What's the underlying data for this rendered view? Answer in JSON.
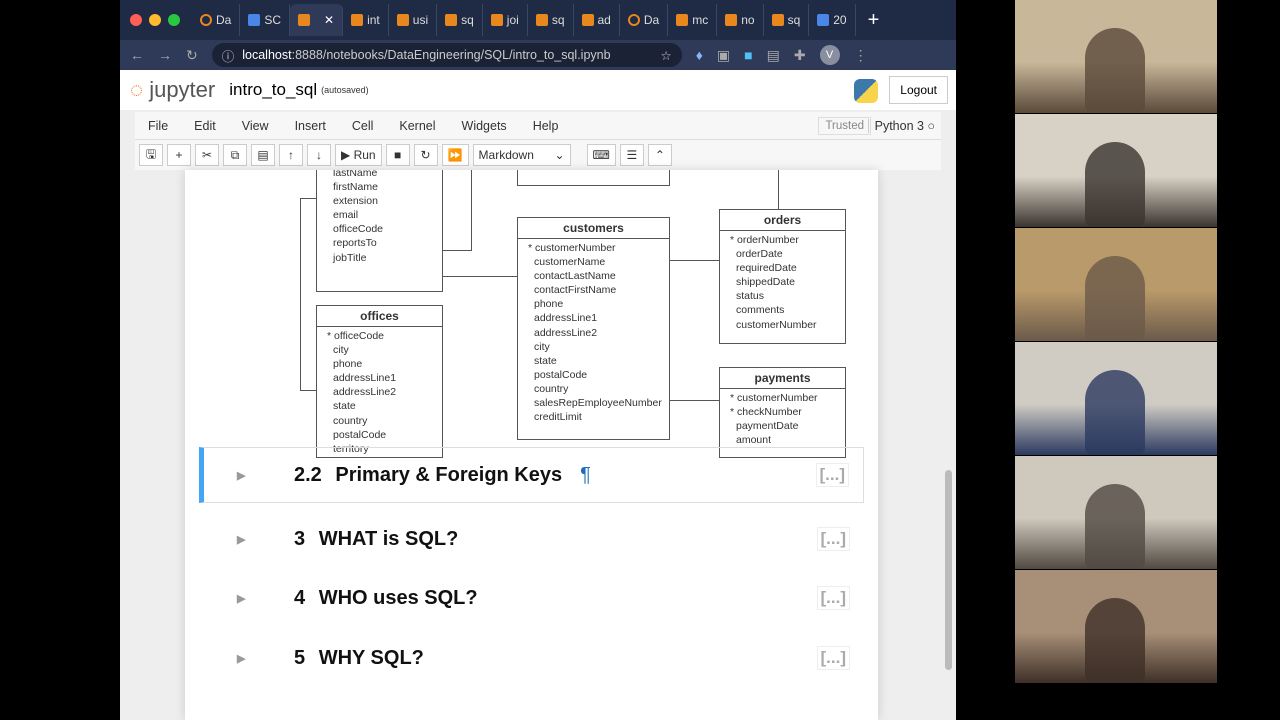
{
  "browser": {
    "tabs": [
      {
        "label": "Da",
        "icon": "ring"
      },
      {
        "label": "SC",
        "icon": "doc"
      },
      {
        "label": "",
        "icon": "notebook",
        "active": true
      },
      {
        "label": "int",
        "icon": "notebook"
      },
      {
        "label": "usi",
        "icon": "notebook"
      },
      {
        "label": "sq",
        "icon": "notebook"
      },
      {
        "label": "joi",
        "icon": "notebook"
      },
      {
        "label": "sq",
        "icon": "notebook"
      },
      {
        "label": "ad",
        "icon": "notebook"
      },
      {
        "label": "Da",
        "icon": "ring"
      },
      {
        "label": "mc",
        "icon": "notebook"
      },
      {
        "label": "no",
        "icon": "notebook"
      },
      {
        "label": "sq",
        "icon": "notebook"
      },
      {
        "label": "20",
        "icon": "doc"
      }
    ],
    "url_host": "localhost",
    "url_rest": ":8888/notebooks/DataEngineering/SQL/intro_to_sql.ipynb",
    "profile": "V"
  },
  "jupyter": {
    "logo": "jupyter",
    "notebook_name": "intro_to_sql",
    "status": "(autosaved)",
    "logout": "Logout",
    "menu": [
      "File",
      "Edit",
      "View",
      "Insert",
      "Cell",
      "Kernel",
      "Widgets",
      "Help"
    ],
    "trusted": "Trusted",
    "kernel": "Python 3",
    "toolbar": {
      "run": "Run",
      "cell_type": "Markdown"
    }
  },
  "diagram": {
    "employees": {
      "fields": [
        "lastName",
        "firstName",
        "extension",
        "email",
        "officeCode",
        "reportsTo",
        "jobTitle"
      ]
    },
    "offices": {
      "title": "offices",
      "fields": [
        "* officeCode",
        "city",
        "phone",
        "addressLine1",
        "addressLine2",
        "state",
        "country",
        "postalCode",
        "territory"
      ]
    },
    "customers": {
      "title": "customers",
      "fields": [
        "* customerNumber",
        "customerName",
        "contactLastName",
        "contactFirstName",
        "phone",
        "addressLine1",
        "addressLine2",
        "city",
        "state",
        "postalCode",
        "country",
        "salesRepEmployeeNumber",
        "creditLimit"
      ]
    },
    "orders": {
      "title": "orders",
      "fields": [
        "* orderNumber",
        "orderDate",
        "requiredDate",
        "shippedDate",
        "status",
        "comments",
        "customerNumber"
      ]
    },
    "payments": {
      "title": "payments",
      "fields": [
        "* customerNumber",
        "* checkNumber",
        "paymentDate",
        "amount"
      ]
    }
  },
  "sections": [
    {
      "num": "2.2",
      "title": "Primary & Foreign Keys",
      "anchor": "¶",
      "collapsed": "[...]"
    },
    {
      "num": "3",
      "title": "WHAT is SQL?",
      "collapsed": "[...]"
    },
    {
      "num": "4",
      "title": "WHO uses SQL?",
      "collapsed": "[...]"
    },
    {
      "num": "5",
      "title": "WHY SQL?",
      "collapsed": "[...]"
    }
  ],
  "video_tiles": 6
}
